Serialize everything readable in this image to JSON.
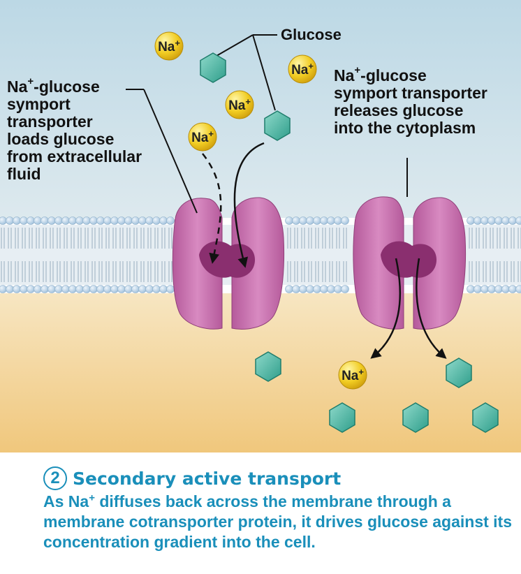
{
  "labels": {
    "glucose": "Glucose",
    "sodium_symbol": "Na",
    "sodium_charge": "+",
    "left_transporter": {
      "na": "Na",
      "charge": "+",
      "line1_rest": "-glucose",
      "line2": "symport",
      "line3": "transporter",
      "line4": "loads glucose",
      "line5": "from extracellular",
      "line6": "fluid"
    },
    "right_transporter": {
      "na": "Na",
      "charge": "+",
      "line1_rest": "-glucose",
      "line2": "symport transporter",
      "line3": "releases glucose",
      "line4": "into the cytoplasm"
    }
  },
  "caption": {
    "step_number": "2",
    "title": "Secondary active transport",
    "body_pre": "As Na",
    "body_charge": "+",
    "body_post": " diffuses back across the membrane through a membrane cotransporter protein, it drives glucose against its concentration gradient into the cell."
  },
  "colors": {
    "extracellular_fluid": "#c7dfe9",
    "cytoplasm": "#f2cf8a",
    "membrane_head": "#b5d1e9",
    "transporter": "#c86fae",
    "sodium_ion": "#f1cc22",
    "glucose": "#4fb9a6",
    "caption": "#1a8fba"
  },
  "icons": [
    "sodium-ion-icon",
    "glucose-molecule-icon",
    "membrane-lipid-bilayer",
    "symport-transporter-protein",
    "transport-arrow-icon"
  ]
}
